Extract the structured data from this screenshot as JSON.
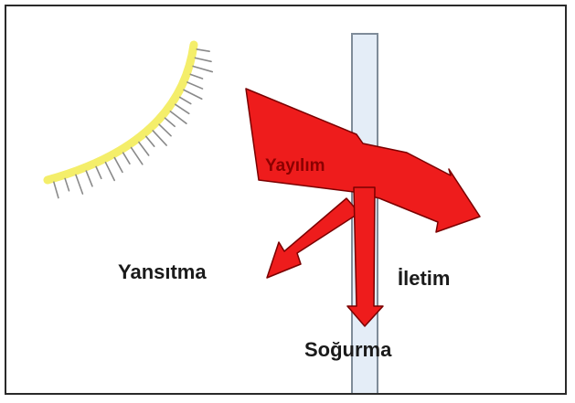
{
  "labels": {
    "scatter": "Yayılım",
    "reflection": "Yansıtma",
    "transmission": "İletim",
    "absorption": "Soğurma"
  },
  "colors": {
    "arrow_fill": "#ee1c1c",
    "arrow_stroke": "#7a0000",
    "sun": "#f4ee6a",
    "sun_outline": "#8a8a8a",
    "glass": "#e4edf7",
    "glass_outline": "#7f8c99",
    "scatter_text": "#8b0000",
    "label_text": "#1a1a1a"
  },
  "icons": {
    "sun": "sun-icon",
    "glass_pane": "glass-pane"
  }
}
